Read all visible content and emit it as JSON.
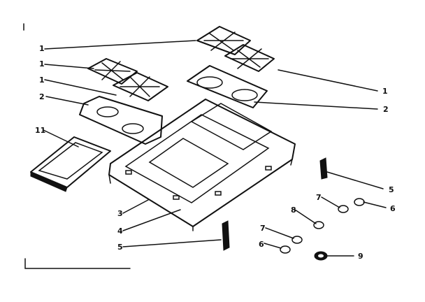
{
  "diagram": {
    "callouts": {
      "c1_top_left": "1",
      "c1_mid_left_a": "1",
      "c1_mid_left_b": "1",
      "c2_left": "2",
      "c11": "11",
      "c1_right": "1",
      "c2_right": "2",
      "c3": "3",
      "c4": "4",
      "c5_bottom": "5",
      "c5_right": "5",
      "c6_right": "6",
      "c7_upper": "7",
      "c8": "8",
      "c7_lower": "7",
      "c6_lower": "6",
      "c9": "9"
    }
  }
}
